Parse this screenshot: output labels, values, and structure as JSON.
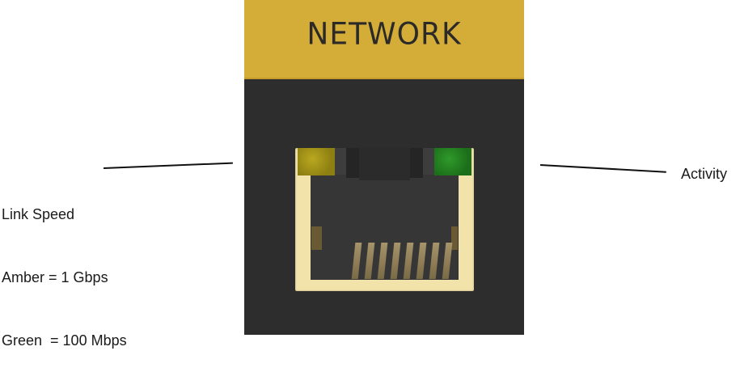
{
  "panel": {
    "label": "NETWORK",
    "colors": {
      "label_band": "#d4ad39",
      "body": "#2e2d2d",
      "port_frame": "#f2e3ab",
      "led_amber": "#a89618",
      "led_green": "#26862a"
    },
    "port": {
      "type": "RJ45",
      "pin_count": 8,
      "leds": [
        {
          "position": "left",
          "color": "amber"
        },
        {
          "position": "right",
          "color": "green"
        }
      ]
    }
  },
  "callouts": {
    "link_speed": {
      "title": "Link Speed",
      "line1": "Amber = 1 Gbps",
      "line2": "Green  = 100 Mbps"
    },
    "activity": {
      "title": "Activity"
    }
  }
}
